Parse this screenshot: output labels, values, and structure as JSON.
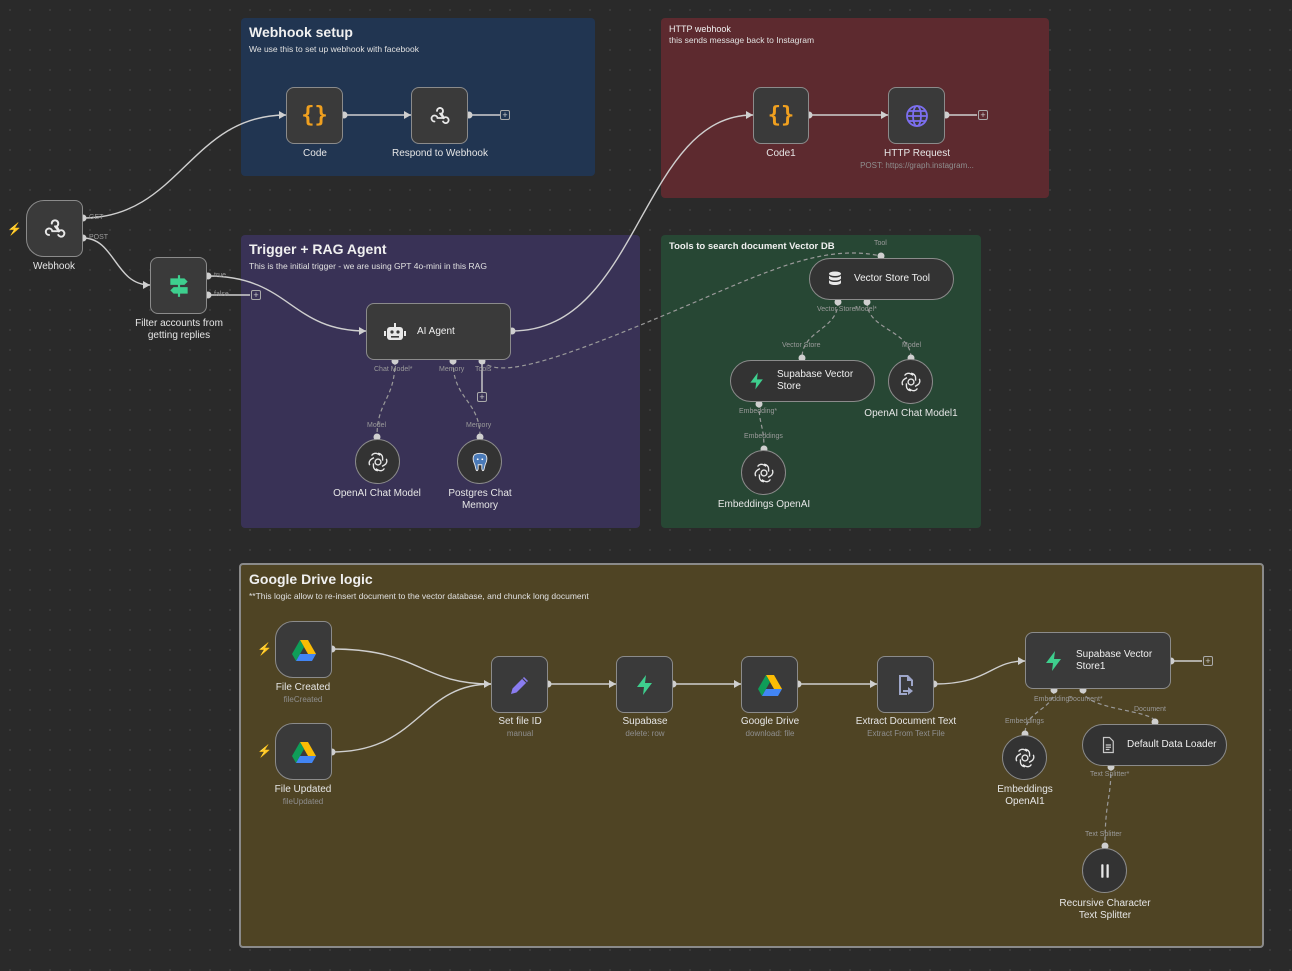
{
  "stickies": {
    "webhook_setup": {
      "title": "Webhook setup",
      "desc": "We use this to set up webhook with facebook",
      "color": "#213551"
    },
    "http_webhook": {
      "title": "HTTP webhook",
      "desc": "this sends message back to Instagram",
      "color": "#5d2a2f"
    },
    "trigger_rag": {
      "title": "Trigger + RAG Agent",
      "desc": "This is the initial trigger - we are using GPT 4o-mini in this RAG",
      "color": "#393256"
    },
    "tools_vector": {
      "title": "Tools to search document Vector DB",
      "desc": "",
      "color": "#274734"
    },
    "google_drive": {
      "title": "Google Drive logic",
      "desc": "**This logic allow to re-insert document to the vector database, and chunck long document",
      "color": "#4f4424"
    }
  },
  "nodes": {
    "webhook": {
      "label": "Webhook"
    },
    "code": {
      "label": "Code"
    },
    "respond": {
      "label": "Respond to Webhook"
    },
    "code1": {
      "label": "Code1"
    },
    "http_request": {
      "label": "HTTP Request",
      "sub": "POST: https://graph.instagram..."
    },
    "filter": {
      "label": "Filter accounts from getting replies"
    },
    "ai_agent": {
      "label": "AI Agent"
    },
    "openai_chat": {
      "label": "OpenAI Chat Model"
    },
    "postgres": {
      "label": "Postgres Chat Memory"
    },
    "vector_tool": {
      "label": "Vector Store Tool"
    },
    "supabase_vs": {
      "label": "Supabase Vector Store"
    },
    "openai_chat1": {
      "label": "OpenAI Chat Model1"
    },
    "embeddings": {
      "label": "Embeddings OpenAI"
    },
    "file_created": {
      "label": "File Created",
      "sub": "fileCreated"
    },
    "file_updated": {
      "label": "File Updated",
      "sub": "fileUpdated"
    },
    "set_file_id": {
      "label": "Set file ID",
      "sub": "manual"
    },
    "supabase": {
      "label": "Supabase",
      "sub": "delete: row"
    },
    "google_drive": {
      "label": "Google Drive",
      "sub": "download: file"
    },
    "extract": {
      "label": "Extract Document Text",
      "sub": "Extract From Text File"
    },
    "supabase_vs1": {
      "label": "Supabase Vector Store1"
    },
    "default_loader": {
      "label": "Default Data Loader"
    },
    "embeddings1": {
      "label": "Embeddings OpenAI1"
    },
    "splitter": {
      "label": "Recursive Character Text Splitter"
    }
  },
  "ports": {
    "get": "GET",
    "post": "POST",
    "true": "true",
    "false": "false",
    "chat_model": "Chat Model*",
    "memory": "Memory",
    "tools": "Tools",
    "model": "Model",
    "tool": "Tool",
    "vector_store_star": "Vector Store*",
    "model_star": "Model*",
    "vector_store": "Vector Store",
    "embedding_star": "Embedding*",
    "embeddings": "Embeddings",
    "embedding_star2": "Embedding*",
    "document_star": "Document*",
    "document": "Document",
    "text_splitter_star": "Text Splitter*",
    "text_splitter": "Text Splitter"
  },
  "icons": {
    "webhook": "webhook-icon",
    "code": "code-braces-icon",
    "http": "globe-icon",
    "filter": "signpost-icon",
    "agent": "robot-icon",
    "openai": "openai-icon",
    "postgres": "postgres-elephant-icon",
    "vector_store": "database-icon",
    "supabase": "supabase-bolt-icon",
    "gdrive": "google-drive-icon",
    "edit": "pencil-icon",
    "extract": "file-extract-icon",
    "loader": "document-icon",
    "splitter": "split-icon"
  },
  "colors": {
    "accent_trigger": "#ff6d5a",
    "code_orange": "#f0a01f",
    "supabase_green": "#3ecf8e",
    "http_purple": "#7c6ff0",
    "edit_purple": "#8a7cf0"
  }
}
